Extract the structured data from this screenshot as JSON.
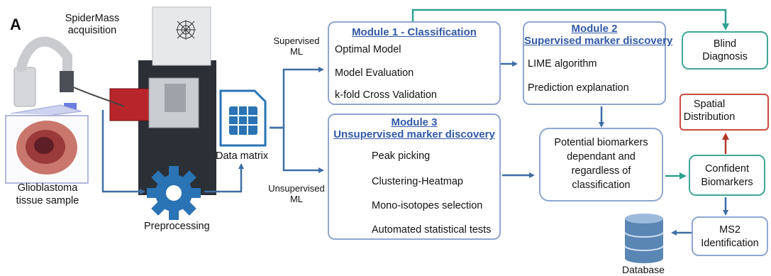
{
  "panel_letter": "A",
  "acquisition": {
    "label_line1": "SpiderMass",
    "label_line2": "acquisition"
  },
  "sample": {
    "label_line1": "Glioblastoma",
    "label_line2": "tissue sample"
  },
  "preprocessing": {
    "label": "Preprocessing"
  },
  "data_matrix": {
    "label": "Data matrix"
  },
  "branches": {
    "supervised_line1": "Supervised",
    "supervised_line2": "ML",
    "unsupervised_line1": "Unsupervised",
    "unsupervised_line2": "ML"
  },
  "module1": {
    "title": "Module 1 - Classification",
    "items": [
      "Optimal Model",
      "Model Evaluation",
      "k-fold Cross Validation"
    ]
  },
  "module2": {
    "title_line1": "Module 2",
    "title_line2": "Supervised marker discovery",
    "items": [
      "LIME algorithm",
      "Prediction explanation"
    ]
  },
  "module3": {
    "title_line1": "Module 3",
    "title_line2": "Unsupervised marker discovery",
    "items": [
      "Peak picking",
      "Clustering-Heatmap",
      "Mono-isotopes selection",
      "Automated statistical tests"
    ]
  },
  "blind_diagnosis": {
    "line1": "Blind",
    "line2": "Diagnosis"
  },
  "spatial_distribution": {
    "line1": "Spatial",
    "line2": "Distribution"
  },
  "potential_biomarkers": {
    "line1": "Potential biomarkers",
    "line2": "dependant and",
    "line3": "regardless of",
    "line4": "classification"
  },
  "confident_biomarkers": {
    "line1": "Confident",
    "line2": "Biomarkers"
  },
  "ms2": {
    "line1": "MS2",
    "line2": "Identification"
  },
  "database": {
    "label": "Database"
  },
  "colors": {
    "blue_arrow": "#3e6ea3",
    "teal_arrow": "#2fa190",
    "red_arrow": "#b3362b",
    "blue_border": "#8fa6cf",
    "title_blue": "#3159a6"
  }
}
